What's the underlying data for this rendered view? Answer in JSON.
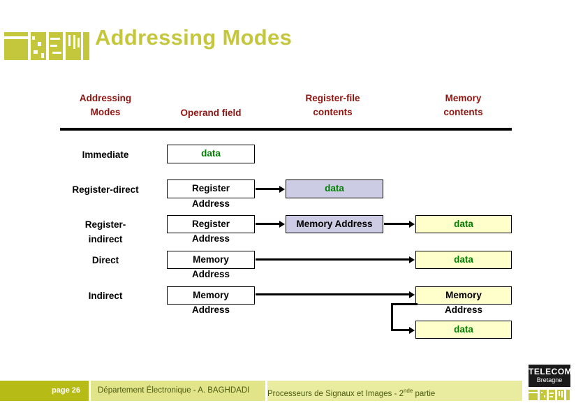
{
  "slide": {
    "title": "Addressing Modes",
    "title_color": "#c4c73c"
  },
  "table": {
    "headers": [
      {
        "line1": "Addressing",
        "line2": "Modes"
      },
      {
        "line1": "Operand field",
        "line2": ""
      },
      {
        "line1": "Register-file",
        "line2": "contents"
      },
      {
        "line1": "Memory",
        "line2": "contents"
      }
    ],
    "header_color": "#8e1410",
    "rows": [
      {
        "mode_line1": "Immediate",
        "mode_line2": "",
        "operand": "data",
        "operand_overflow": "",
        "regfile": "",
        "memory": "",
        "memory2": ""
      },
      {
        "mode_line1": "Register-direct",
        "mode_line2": "",
        "operand": "Register",
        "operand_overflow": "Address",
        "regfile": "data",
        "memory": "",
        "memory2": ""
      },
      {
        "mode_line1": "Register-",
        "mode_line2": "indirect",
        "operand": "Register",
        "operand_overflow": "Address",
        "regfile": "Memory Address",
        "memory": "data",
        "memory2": ""
      },
      {
        "mode_line1": "Direct",
        "mode_line2": "",
        "operand": "Memory",
        "operand_overflow": "Address",
        "regfile": "",
        "memory": "data",
        "memory2": ""
      },
      {
        "mode_line1": "Indirect",
        "mode_line2": "",
        "operand": "Memory",
        "operand_overflow": "Address",
        "regfile": "",
        "memory": "Memory",
        "memory_overflow": "Address",
        "memory2": "data"
      }
    ],
    "colors": {
      "operand_box": "#ffffff",
      "regfile_box": "#ccccE5",
      "memory_box": "#ffffcc",
      "data_text": "#008000"
    }
  },
  "footer": {
    "page": "page 26",
    "department": "Département Électronique - A. BAGHDADI",
    "course": "Processeurs de Signaux et Images - 2",
    "course_sup": "nde",
    "course_tail": " partie",
    "logo_line1": "TELECOM",
    "logo_line2": "Bretagne"
  }
}
